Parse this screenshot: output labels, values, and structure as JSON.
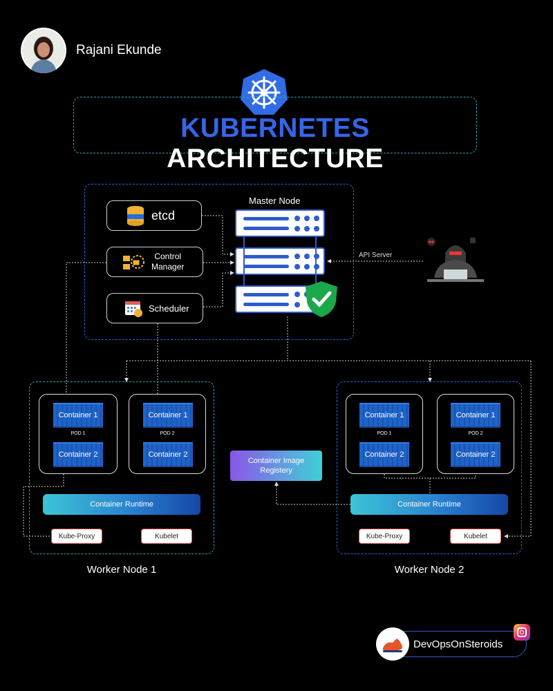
{
  "author": {
    "name": "Rajani Ekunde",
    "avatar_icon": "woman-portrait-avatar"
  },
  "title": {
    "part1": "KUBERNETES",
    "part2": "ARCHITECTURE",
    "part1_color": "#3566e8",
    "logo_icon": "kubernetes-helm-icon"
  },
  "master": {
    "label": "Master Node",
    "components": [
      {
        "label": "etcd",
        "icon": "database-icon"
      },
      {
        "label_line1": "Control",
        "label_line2": "Manager",
        "icon": "gear-flow-icon"
      },
      {
        "label": "Scheduler",
        "icon": "calendar-clock-icon"
      }
    ],
    "api_label": "API Server",
    "hacker_icon": "hacker-icon",
    "shield_icon": "checkmark-shield-icon"
  },
  "registry": {
    "line1": "Container Image",
    "line2": "Registery"
  },
  "workers": [
    {
      "label": "Worker Node 1",
      "pods": [
        {
          "label": "POD 1",
          "containers": [
            "Container 1",
            "Container 2"
          ]
        },
        {
          "label": "POD 2",
          "containers": [
            "Container 1",
            "Container 2"
          ]
        }
      ],
      "runtime": "Container Runtime",
      "proxy": "Kube-Proxy",
      "kubelet": "Kubelet"
    },
    {
      "label": "Worker Node 2",
      "pods": [
        {
          "label": "POD 1",
          "containers": [
            "Container 1",
            "Container 2"
          ]
        },
        {
          "label": "POD 2",
          "containers": [
            "Container 1",
            "Container 2"
          ]
        }
      ],
      "runtime": "Container Runtime",
      "proxy": "Kube-Proxy",
      "kubelet": "Kubelet"
    }
  ],
  "brand": {
    "name": "DevOpsOnSteroids",
    "logo_icon": "shoe-logo-icon",
    "social_icon": "instagram-icon"
  }
}
